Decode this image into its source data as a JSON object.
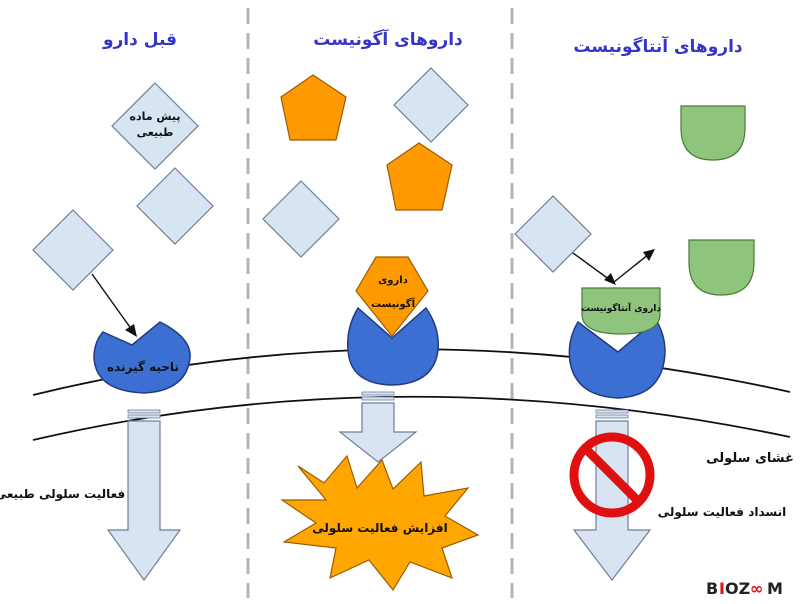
{
  "columns": {
    "before": {
      "title": "قبل دارو"
    },
    "agonist": {
      "title": "داروهای آگونیست"
    },
    "antagonist": {
      "title": "داروهای آنتاگونیست"
    }
  },
  "labels": {
    "natural_substrate_line1": "پیش ماده",
    "natural_substrate_line2": "طبیعی",
    "receptor_site": "ناحیه گیرنده",
    "agonist_drug_line1": "داروی",
    "agonist_drug_line2": "آگونیست",
    "antagonist_drug": "داروی آنتاگونیست",
    "cell_membrane": "غشای سلولی",
    "normal_activity": "فعالیت سلولی طبیعی",
    "increased_activity": "افزایش فعالیت سلولی",
    "activity_blocked": "انسداد فعالیت سلولی"
  },
  "brand": {
    "logo_text": "BIOZOOM"
  },
  "colors": {
    "title": "#3535c8",
    "diamond": "#d9e4f2",
    "pentagon": "#ff9900",
    "receptor": "#3c6fd2",
    "antagonist": "#8fc47c",
    "arrow": "#d9e4f2",
    "burst": "#ffa600",
    "stop_sign": "#e01010"
  }
}
